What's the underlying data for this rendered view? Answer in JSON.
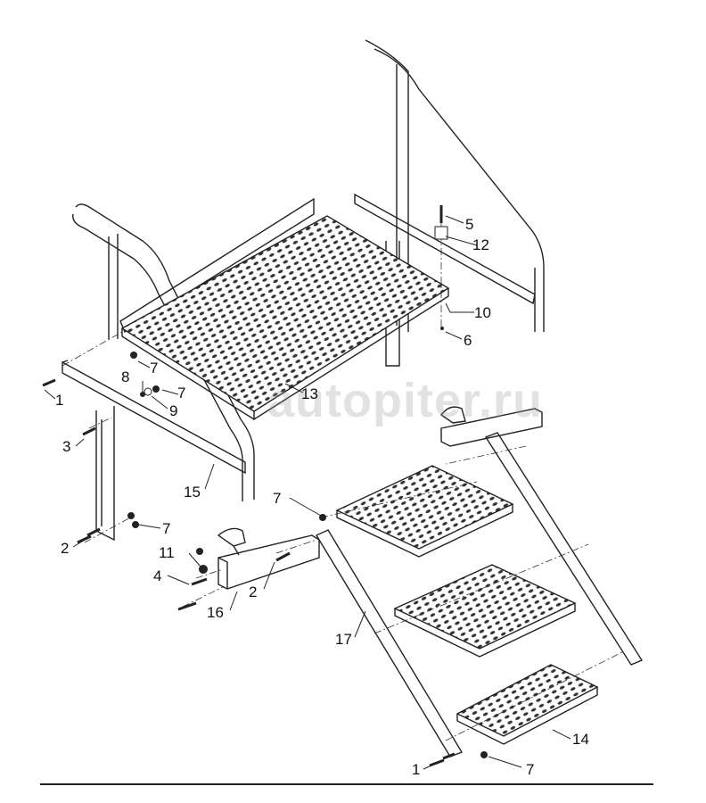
{
  "watermark": "autopiter.ru",
  "callouts": [
    {
      "id": "c1a",
      "text": "1"
    },
    {
      "id": "c3",
      "text": "3"
    },
    {
      "id": "c2a",
      "text": "2"
    },
    {
      "id": "c4",
      "text": "4"
    },
    {
      "id": "c11",
      "text": "11"
    },
    {
      "id": "c16",
      "text": "16"
    },
    {
      "id": "c2b",
      "text": "2"
    },
    {
      "id": "c15",
      "text": "15"
    },
    {
      "id": "c7a",
      "text": "7"
    },
    {
      "id": "c8",
      "text": "8"
    },
    {
      "id": "c7b",
      "text": "7"
    },
    {
      "id": "c9",
      "text": "9"
    },
    {
      "id": "c13",
      "text": "13"
    },
    {
      "id": "c5",
      "text": "5"
    },
    {
      "id": "c12",
      "text": "12"
    },
    {
      "id": "c10",
      "text": "10"
    },
    {
      "id": "c6",
      "text": "6"
    },
    {
      "id": "c7c",
      "text": "7"
    },
    {
      "id": "c7d",
      "text": "7"
    },
    {
      "id": "c17",
      "text": "17"
    },
    {
      "id": "c14",
      "text": "14"
    },
    {
      "id": "c1b",
      "text": "1"
    },
    {
      "id": "c7e",
      "text": "7"
    }
  ]
}
